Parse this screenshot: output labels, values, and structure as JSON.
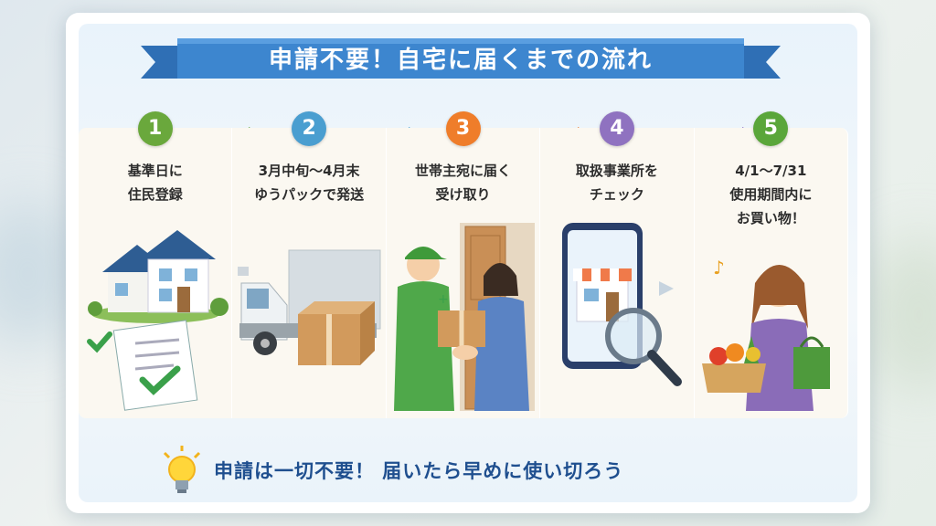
{
  "banner": {
    "title": "申請不要！自宅に届くまでの流れ"
  },
  "steps": [
    {
      "number": "1",
      "color": "#6aa83c",
      "lines": [
        "基準日に",
        "住民登録"
      ],
      "illustration": "house-with-checklist"
    },
    {
      "number": "2",
      "color": "#4a9ed0",
      "lines": [
        "3月中旬〜4月末",
        "ゆうパックで発送"
      ],
      "illustration": "delivery-truck-with-box"
    },
    {
      "number": "3",
      "color": "#ef7d2a",
      "lines": [
        "世帯主宛に届く",
        "受け取り"
      ],
      "illustration": "courier-handing-package"
    },
    {
      "number": "4",
      "color": "#8f72c0",
      "lines": [
        "取扱事業所を",
        "チェック"
      ],
      "illustration": "phone-with-magnifier"
    },
    {
      "number": "5",
      "color": "#5aa63a",
      "lines": [
        "4/1〜7/31",
        "使用期間内に",
        "お買い物！"
      ],
      "illustration": "woman-with-shopping-bags"
    }
  ],
  "footer": {
    "text": "申請は一切不要！ 届いたら早めに使い切ろう",
    "icon": "lightbulb-icon"
  }
}
